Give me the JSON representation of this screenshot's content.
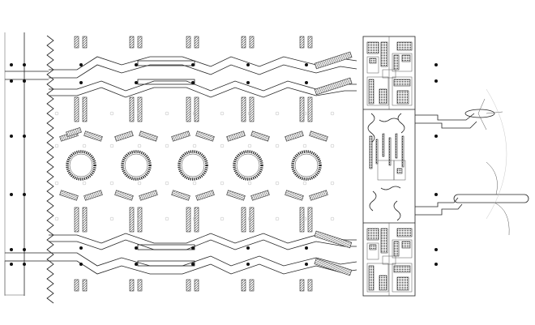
{
  "drawing": {
    "kind": "architectural-floor-plan",
    "labels": []
  },
  "colors": {
    "ink": "#222222",
    "hatch": "#444444",
    "faint": "#c8c8c8",
    "paper": "#ffffff"
  },
  "elements": {
    "column_dot_count": 30,
    "ring_planters": 5,
    "bar_pair_rows": 2,
    "service_cores": 2,
    "walkways": 2,
    "boats": 2
  }
}
